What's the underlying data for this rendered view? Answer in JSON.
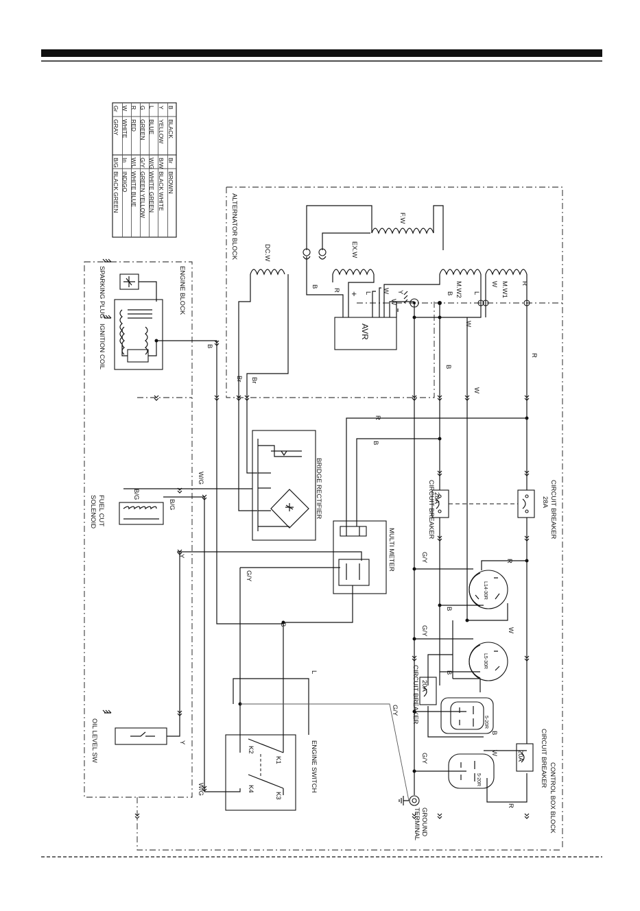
{
  "legend": [
    {
      "code": "B",
      "name": "BLACK",
      "code2": "Br",
      "name2": "BROWN"
    },
    {
      "code": "Y",
      "name": "YELLOW",
      "code2": "B/W",
      "name2": "BLACK WHITE"
    },
    {
      "code": "L",
      "name": "BLUE",
      "code2": "W/G",
      "name2": "WHITE GREEN"
    },
    {
      "code": "G",
      "name": "GREEN",
      "code2": "G/Y",
      "name2": "GREEN YELLOW"
    },
    {
      "code": "R",
      "name": "RED",
      "code2": "W/L",
      "name2": "WHITE BLUE"
    },
    {
      "code": "W",
      "name": "WHITE",
      "code2": "In",
      "name2": "INDIGO"
    },
    {
      "code": "Gr",
      "name": "GRAY",
      "code2": "B/G",
      "name2": "BLACK GREEN"
    }
  ],
  "blocks": {
    "alternator": "ALTERNATOR BLOCK",
    "engine": "ENGINE BLOCK",
    "control": "CONTROL BOX BLOCK"
  },
  "components": {
    "fw": "F.W",
    "exw": "EX.W",
    "dcw": "DC.W",
    "mw2": "M.W2",
    "mw1": "M.W1",
    "avr": "AVR",
    "sparking_plug": "SPARKING PLUG",
    "ignition_coil": "IGNITION COIL",
    "bridge_rectifier": "BRIDGE RECTIFIER",
    "fuel_cut_1": "FUEL CUT",
    "fuel_cut_2": "SOLENOID",
    "multi_meter": "MULTI METER",
    "engine_switch": "ENGINE SWITCH",
    "oil_level": "OIL LEVEL SW",
    "circuit_breaker": "CIRCUIT BREAKER",
    "cb_28a": "28A",
    "cb_20a": "20A",
    "ground_1": "GROUND",
    "ground_2": "TERMINAL",
    "k1": "K1",
    "k2": "K2",
    "k3": "K3",
    "k4": "K4",
    "outlet_l14": "L14-30R",
    "outlet_l5": "L5-30R",
    "outlet_520": "5-20R",
    "plus": "+",
    "minus": "−"
  },
  "wires": {
    "B": "B",
    "Br": "Br",
    "W": "W",
    "R": "R",
    "L": "L",
    "Y": "Y",
    "GY": "G/Y",
    "WG": "W/G",
    "BG": "B/G"
  }
}
